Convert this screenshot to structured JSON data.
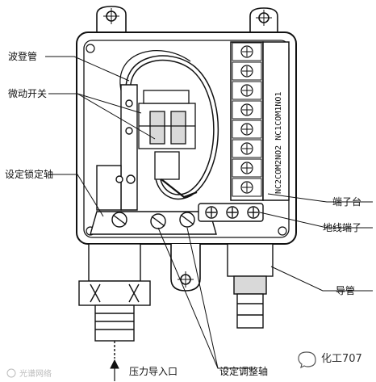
{
  "labels": {
    "bourdon_tube": "波登管",
    "micro_switch": "微动开关",
    "set_lock_shaft": "设定锁定轴",
    "terminal_block": "端子台",
    "ground_terminal": "地线端子",
    "conduit": "导管",
    "pressure_inlet": "压力导入口",
    "set_adjust_shaft": "设定调整轴"
  },
  "terminal_text": "NC2COM2NO2 NC1COM1NO1",
  "watermark": {
    "brand": "化工707",
    "left_mark": "光谱网络"
  },
  "colors": {
    "ink": "#111111",
    "paper": "#ffffff",
    "shade": "#d9d9d9"
  }
}
